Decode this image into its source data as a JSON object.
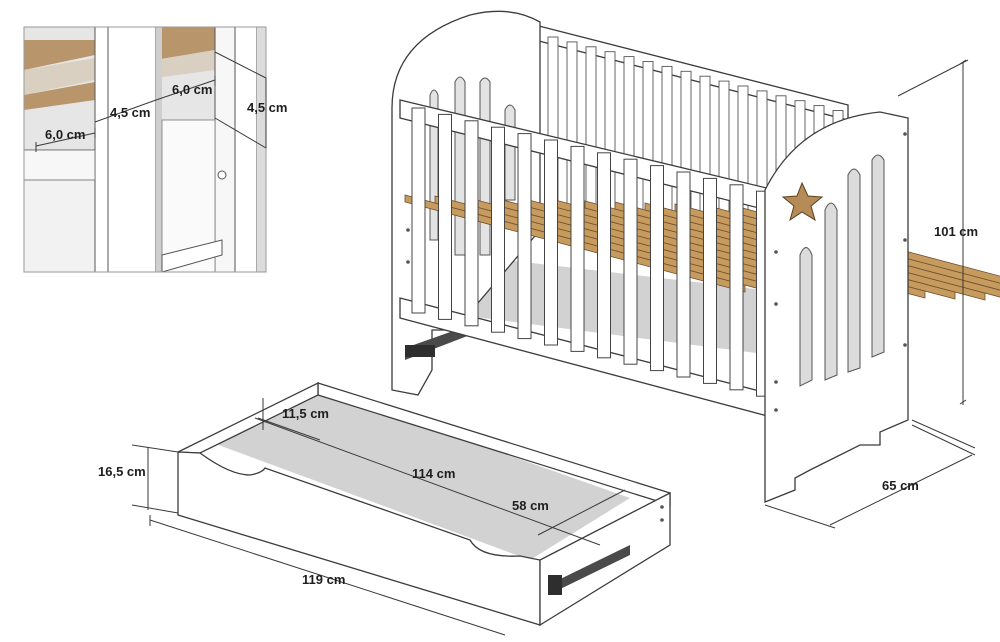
{
  "detail_inset": {
    "dimensions": {
      "bar_thickness_left": "6,0 cm",
      "slat_gap": "4,5 cm",
      "bar_thickness_top": "6,0 cm",
      "bar_depth": "4,5 cm"
    }
  },
  "crib": {
    "dimensions": {
      "height": "101 cm",
      "depth": "65 cm"
    }
  },
  "drawer": {
    "dimensions": {
      "inner_height": "11,5 cm",
      "outer_height": "16,5 cm",
      "inner_length": "114 cm",
      "inner_width": "58 cm",
      "outer_length": "119 cm"
    }
  },
  "colors": {
    "frame": "#ffffff",
    "outline": "#3c3c3c",
    "slat_wood": "#c79a5e",
    "shadow": "#d2d2d2",
    "star": "#b58b57"
  }
}
